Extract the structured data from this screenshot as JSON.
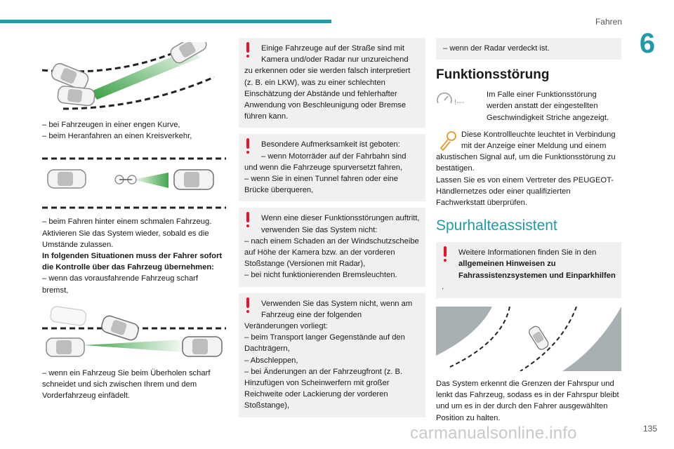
{
  "header": {
    "section": "Fahren",
    "chapter": "6"
  },
  "footer": {
    "page": "135",
    "watermark": "carmanualsonline.info"
  },
  "col1": {
    "items_a": [
      "– bei Fahrzeugen in einer engen Kurve,",
      "– beim Heranfahren an einen Kreisverkehr,"
    ],
    "item_b": "– beim Fahren hinter einem schmalen Fahrzeug.",
    "para_reactivate": "Aktivieren Sie das System wieder, sobald es die Umstände zulassen.",
    "bold_heading": "In folgenden Situationen muss der Fahrer sofort die Kontrolle über das Fahrzeug übernehmen:",
    "item_c": "– wenn das vorausfahrende Fahrzeug scharf bremst,",
    "item_d": "– wenn ein Fahrzeug Sie beim Überholen scharf schneidet und sich zwischen Ihrem und dem Vorderfahrzeug einfädelt."
  },
  "col2": {
    "warn1": {
      "first": "Einige Fahrzeuge auf der Straße sind mit Kamera und/oder Radar nur unzureichend",
      "rest": "zu erkennen oder sie werden falsch interpretiert (z. B. ein LKW), was zu einer schlechten Einschätzung der Abstände und fehlerhafter Anwendung von Beschleunigung oder Bremse führen kann."
    },
    "warn2": {
      "first": "Besondere Aufmerksamkeit ist geboten:",
      "first2": "– wenn Motorräder auf der Fahrbahn sind",
      "rest": "und wenn die Fahrzeuge spurversetzt fahren,",
      "item": "– wenn Sie in einen Tunnel fahren oder eine Brücke überqueren,"
    },
    "warn3": {
      "first": "Wenn eine dieser Funktionsstörungen auftritt, verwenden Sie das System nicht:",
      "item1": "– nach einem Schaden an der Windschutzscheibe auf Höhe der Kamera bzw. an der vorderen Stoßstange (Versionen mit Radar),",
      "item2": "– bei nicht funktionierenden Bremsleuchten."
    },
    "warn4": {
      "first": "Verwenden Sie das System nicht, wenn am Fahrzeug eine der folgenden",
      "rest": "Veränderungen vorliegt:",
      "item1": "– beim Transport langer Gegenstände auf den Dachträgern,",
      "item2": "– Abschleppen,",
      "item3": "– bei Änderungen an der Fahrzeugfront (z. B. Hinzufügen von Scheinwerfern mit großer Reichweite oder Lackierung der vorderen Stoßstange),"
    }
  },
  "col3": {
    "warn_top": "– wenn der Radar verdeckt ist.",
    "heading_fault": "Funktionsstörung",
    "fault_text": "Im Falle einer Funktionsstörung werden anstatt der eingestellten Geschwindigkeit Striche angezeigt.",
    "fault_icon_text": "!---",
    "bulb_first": "Diese Kontrollleuchte leuchtet in Verbindung mit der Anzeige einer Meldung und einem",
    "bulb_rest": "akustischen Signal auf, um die Funktionsstörung zu bestätigen.",
    "dealer": "Lassen Sie es von einem Vertreter des PEUGEOT-Händlernetzes oder einer qualifizierten Fachwerkstatt überprüfen.",
    "heading_lane": "Spurhalteassistent",
    "info_normal": "Weitere Informationen finden Sie in den",
    "info_bold": "allgemeinen Hinweisen zu Fahrassistenzsystemen und Einparkhilfen",
    "info_end": ".",
    "lane_text": "Das System erkennt die Grenzen der Fahrspur und lenkt das Fahrzeug, sodass es in der Fahrspur bleibt und um es in der durch den Fahrer ausgewählten Position zu halten."
  },
  "colors": {
    "accent": "#1f9aa6",
    "warning": "#e5142c",
    "box": "#f0f0f0",
    "radar_beam": "#2e9a3a",
    "road": "#a9b0b3"
  }
}
